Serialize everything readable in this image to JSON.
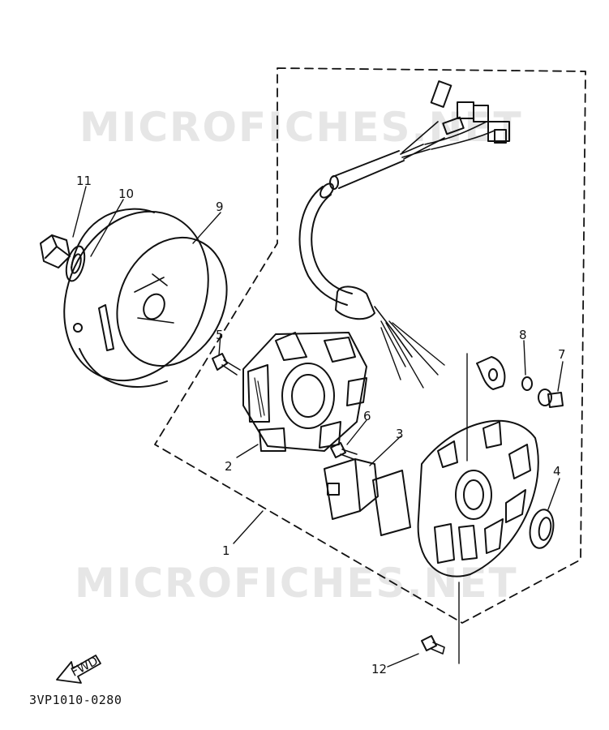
{
  "watermark": "MICROFICHES.NET",
  "part_numbers": [
    "1",
    "2",
    "3",
    "4",
    "5",
    "6",
    "7",
    "8",
    "9",
    "10",
    "11",
    "12"
  ],
  "arrow_label": "FWD",
  "diagram_code": "3VP1010-0280"
}
